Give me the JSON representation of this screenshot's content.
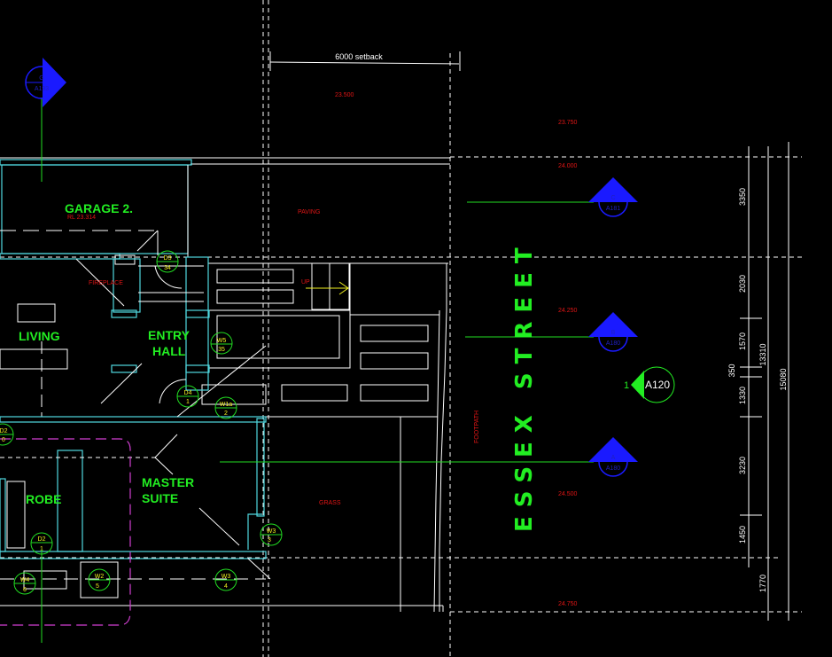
{
  "rooms": {
    "garage": "GARAGE 2.",
    "living": "LIVING",
    "entry_line1": "ENTRY",
    "entry_line2": "HALL",
    "master_line1": "MASTER",
    "master_line2": "SUITE",
    "robe": "ROBE"
  },
  "notes": {
    "garage_rl": "RL 23.314",
    "fireplace": "FIREPLACE",
    "paving": "PAVING",
    "up": "UP",
    "grass": "GRASS",
    "footpath": "FOOTPATH",
    "setback": "6000 setback"
  },
  "levels": [
    "23.500",
    "23.750",
    "24.000",
    "24.250",
    "24.500",
    "24.750"
  ],
  "street_name": "ESSEX STREET",
  "tags": [
    {
      "top": "D3",
      "bottom": "34"
    },
    {
      "top": "W5",
      "bottom": "35"
    },
    {
      "top": "D4",
      "bottom": "1"
    },
    {
      "top": "W1a",
      "bottom": "2"
    },
    {
      "top": "W3",
      "bottom": "3"
    },
    {
      "top": "D2",
      "bottom": "1"
    },
    {
      "top": "W4",
      "bottom": "6"
    },
    {
      "top": "W2",
      "bottom": "5"
    },
    {
      "top": "W3",
      "bottom": "4"
    },
    {
      "top": "D2",
      "bottom": "0"
    }
  ],
  "sections": [
    {
      "letter": "G",
      "sheet": "A193"
    },
    {
      "letter": "C",
      "sheet": "A181"
    },
    {
      "letter": "B",
      "sheet": "A180"
    },
    {
      "letter": "A",
      "sheet": "A180"
    }
  ],
  "callout": {
    "number": "1",
    "sheet": "A120"
  },
  "dimensions": {
    "segments": [
      "3350",
      "2030",
      "1570",
      "350",
      "1330",
      "3230",
      "1450",
      "1770"
    ],
    "subtotal": "13310",
    "total": "15080"
  }
}
